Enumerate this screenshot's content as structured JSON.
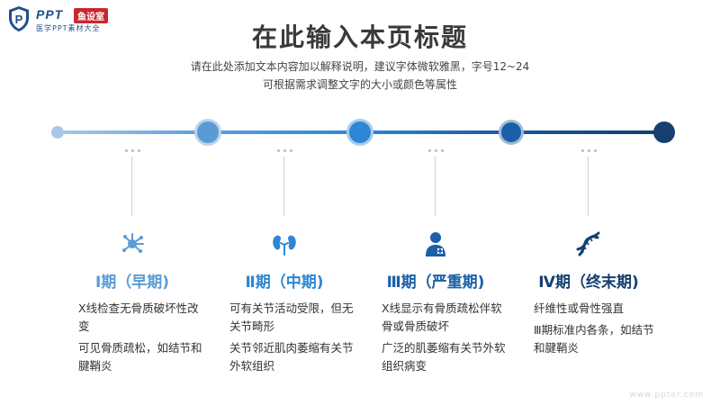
{
  "logo": {
    "name": "PPT",
    "badge": "鱼设室",
    "subtitle": "医学PPT素材大全"
  },
  "title": "在此输入本页标题",
  "subtitle_lines": [
    "请在此处添加文本内容加以解释说明，建议字体微软雅黑，字号12~24",
    "可根据需求调整文字的大小或颜色等属性"
  ],
  "colors": {
    "phase1": "#5b9bd5",
    "phase2": "#2e86d4",
    "phase3": "#1b5fa8",
    "phase4": "#163f70"
  },
  "phases": [
    {
      "label": "Ⅰ期（早期)",
      "icon": "virus-icon",
      "lines": [
        "X线检查无骨质破坏性改变",
        "可见骨质疏松，如结节和腱鞘炎"
      ]
    },
    {
      "label": "Ⅱ期（中期)",
      "icon": "kidneys-icon",
      "lines": [
        "可有关节活动受限，但无关节畸形",
        "关节邻近肌肉萎缩有关节外软组织"
      ]
    },
    {
      "label": "Ⅲ期（严重期)",
      "icon": "doctor-icon",
      "lines": [
        "X线显示有骨质疏松伴软骨或骨质破坏",
        "广泛的肌萎缩有关节外软组织病变"
      ]
    },
    {
      "label": "Ⅳ期（终末期)",
      "icon": "dna-icon",
      "lines": [
        "纤维性或骨性强直",
        "Ⅲ期标准内各条，如结节和腱鞘炎"
      ]
    }
  ],
  "footer": "www.ppter.com"
}
